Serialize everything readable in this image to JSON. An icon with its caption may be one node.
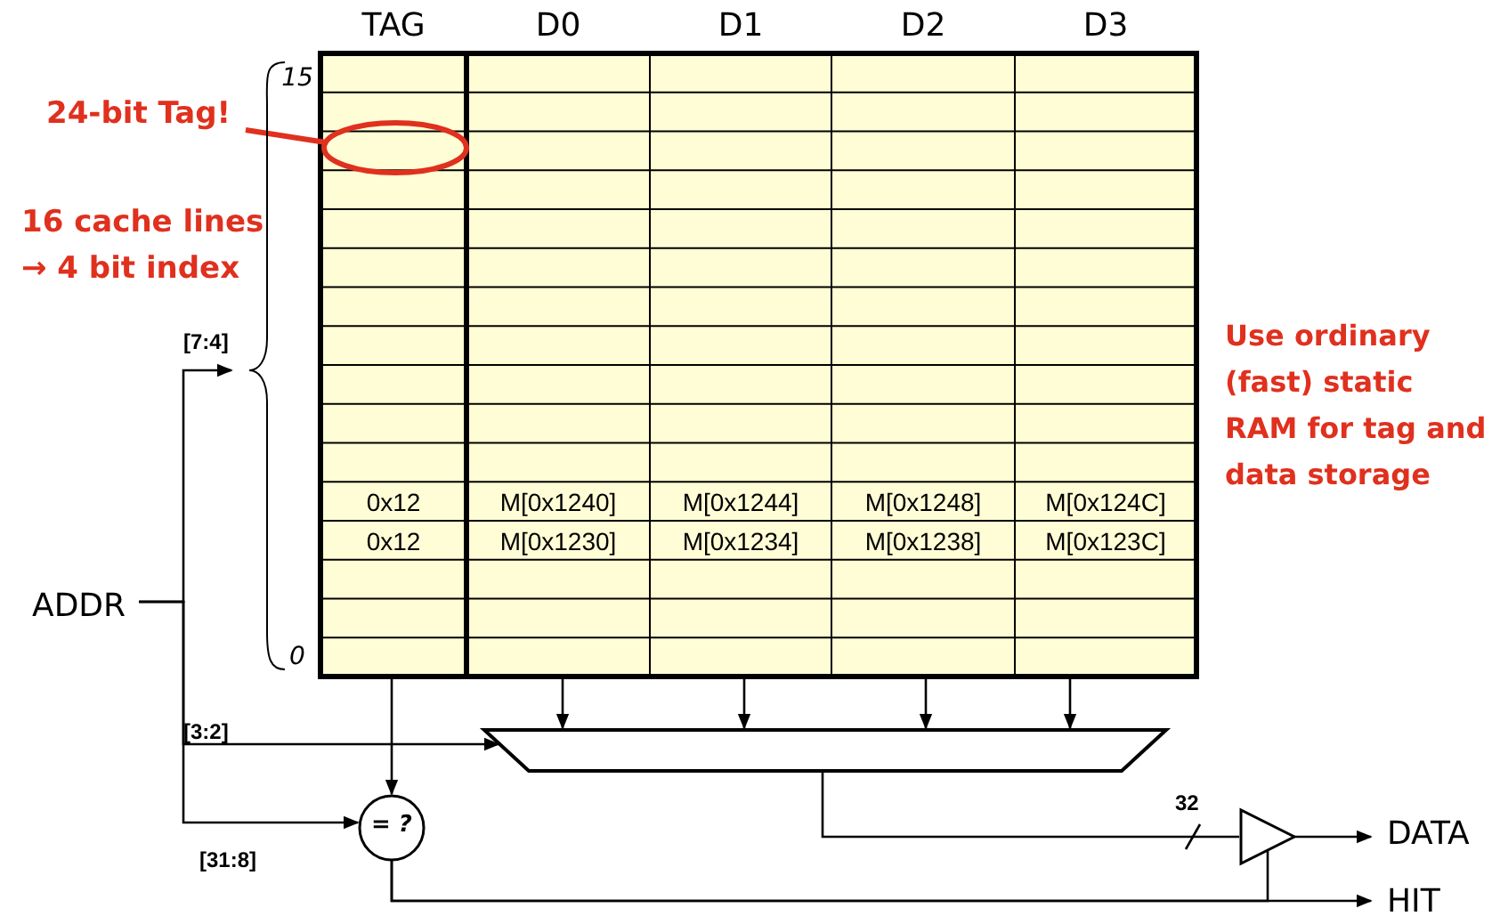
{
  "diagram": {
    "nodes": [
      {
        "text": [
          "ADDR"
        ]
      },
      {
        "text": [],
        "shape": "box",
        "beside": [
          "TAG",
          "D0",
          "D1",
          "D2",
          "D3",
          "15",
          "0"
        ]
      },
      {
        "text": [],
        "shape": "trapezoid"
      },
      {
        "text": [
          "= ?"
        ]
      },
      {
        "text": [],
        "shape": "triangle"
      },
      {
        "text": [
          "DATA"
        ]
      },
      {
        "text": [
          "HIT"
        ]
      },
      {
        "text": [
          "24-bit Tag!"
        ]
      },
      {
        "text": [],
        "shape": "ellipse",
        "in": 1
      }
    ],
    "edges": [
      {
        "from": 0,
        "to": 1,
        "arrow": "to",
        "label": "[7:4]"
      },
      {
        "from": 0,
        "to": 2,
        "arrow": "to",
        "label": "[3:2]"
      },
      {
        "from": 0,
        "to": 3,
        "arrow": "to",
        "label": "[31:8]"
      },
      {
        "from": 1,
        "to": 3,
        "arrow": "to"
      },
      {
        "from": 1,
        "to": 2,
        "arrow": "to"
      },
      {
        "from": 1,
        "to": 2,
        "arrow": "to"
      },
      {
        "from": 1,
        "to": 2,
        "arrow": "to"
      },
      {
        "from": 1,
        "to": 2,
        "arrow": "to"
      },
      {
        "from": 2,
        "to": 4,
        "arrow": "none",
        "label": "32"
      },
      {
        "from": 4,
        "to": 5,
        "arrow": "to"
      },
      {
        "from": 3,
        "to": 6,
        "arrow": "to"
      },
      {
        "from": 3,
        "to": 4,
        "arrow": "none"
      },
      {
        "from": 7,
        "to": 8,
        "arrow": "none",
        "color": "#e0301e",
        "style": "thick"
      }
    ],
    "labels": [
      "16 cache lines → 4 bit index",
      "Use ordinary (fast) static RAM for tag and data storage",
      "0x12",
      "M[0x1240]",
      "M[0x1244]",
      "M[0x1248]",
      "M[0x124C]",
      "0x12",
      "M[0x1230]",
      "M[0x1234]",
      "M[0x1238]",
      "M[0x123C]"
    ]
  }
}
